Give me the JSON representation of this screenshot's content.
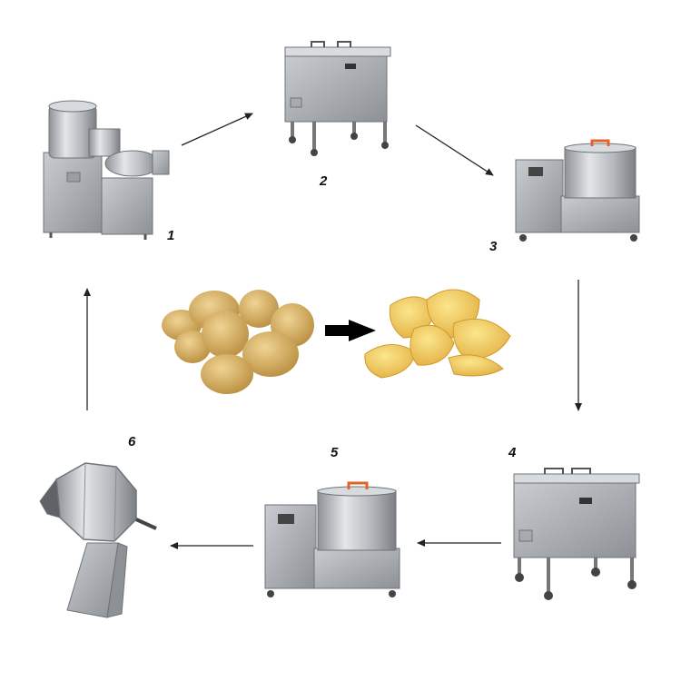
{
  "steps": [
    {
      "number": "1",
      "machine": "peeling-cutting-machine"
    },
    {
      "number": "2",
      "machine": "blanching-machine"
    },
    {
      "number": "3",
      "machine": "dewatering-machine"
    },
    {
      "number": "4",
      "machine": "frying-machine"
    },
    {
      "number": "5",
      "machine": "deoiling-machine"
    },
    {
      "number": "6",
      "machine": "seasoning-machine"
    }
  ],
  "center": {
    "input": "potatoes",
    "output": "potato-chips"
  },
  "colors": {
    "steel": "#b9bcc0",
    "steel_dark": "#7d8186",
    "potato": "#d9b56a",
    "chip": "#f1cf5a",
    "handle": "#e0642a",
    "arrow": "#222222"
  }
}
